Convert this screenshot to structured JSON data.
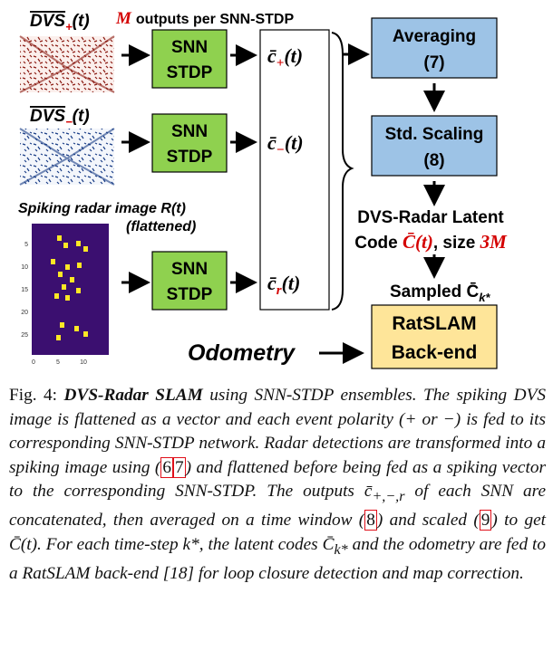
{
  "figure": {
    "labels": {
      "dvs_plus": "DVS",
      "dvs_plus_sub": "+",
      "dvs_plus_arg": "(t)",
      "m_outputs": "M",
      "m_outputs_rest": "outputs per SNN-STDP",
      "dvs_minus": "DVS",
      "dvs_minus_sub": "−",
      "dvs_minus_arg": "(t)",
      "radar_title": "Spiking radar image R(t)",
      "radar_sub": "(flattened)",
      "snn_line1": "SNN",
      "snn_line2": "STDP",
      "c_plus": "c̄",
      "c_plus_sub": "+",
      "c_minus": "c̄",
      "c_minus_sub": "−",
      "c_r": "c̄",
      "c_r_sub": "r",
      "c_arg": "(t)",
      "averaging_line1": "Averaging",
      "averaging_line2": "(7)",
      "scaling_line1": "Std. Scaling",
      "scaling_line2": "(8)",
      "latent_line1": "DVS-Radar Latent",
      "latent_line2a": "Code ",
      "latent_line2b": "C̄(t)",
      "latent_line2c": ", size ",
      "latent_line2d": "3M",
      "sampled": "Sampled C̄",
      "sampled_sub": "k*",
      "ratslam_line1": "RatSLAM",
      "ratslam_line2": "Back-end",
      "odometry": "Odometry",
      "radar_y_ticks": [
        "5",
        "10",
        "15",
        "20",
        "25"
      ],
      "radar_x_ticks": [
        "0",
        "5",
        "10"
      ]
    },
    "colors": {
      "snn_fill": "#8fd14f",
      "blue_fill": "#9dc3e6",
      "orange_fill": "#fee599",
      "accent_red": "#d40000",
      "radar_bg": "#3b0f70",
      "radar_spike": "#fde725"
    }
  },
  "caption": {
    "fig": "Fig. 4: ",
    "bold_title": "DVS-Radar SLAM",
    "p1": " using SNN-STDP ensembles. The spiking DVS image is flattened as a vector and each event polarity (+ or −) is fed to its corresponding SNN-STDP network. Radar detections are transformed into a spiking image using (",
    "ref6": "6",
    "ref7": "7",
    "p2": ") and flattened before being fed as a spiking vector to the corresponding SNN-STDP. The outputs c̄",
    "sub_outputs": "+,−,r",
    "p3": " of each SNN are concatenated, then averaged on a time window (",
    "ref8": "8",
    "p4": ") and scaled (",
    "ref9": "9",
    "p5": ") to get C̄(t). For each time-step k*, the latent codes C̄",
    "sub_k": "k*",
    "p6": " and the odometry are fed to a RatSLAM back-end [18] for loop closure detection and map correction."
  }
}
